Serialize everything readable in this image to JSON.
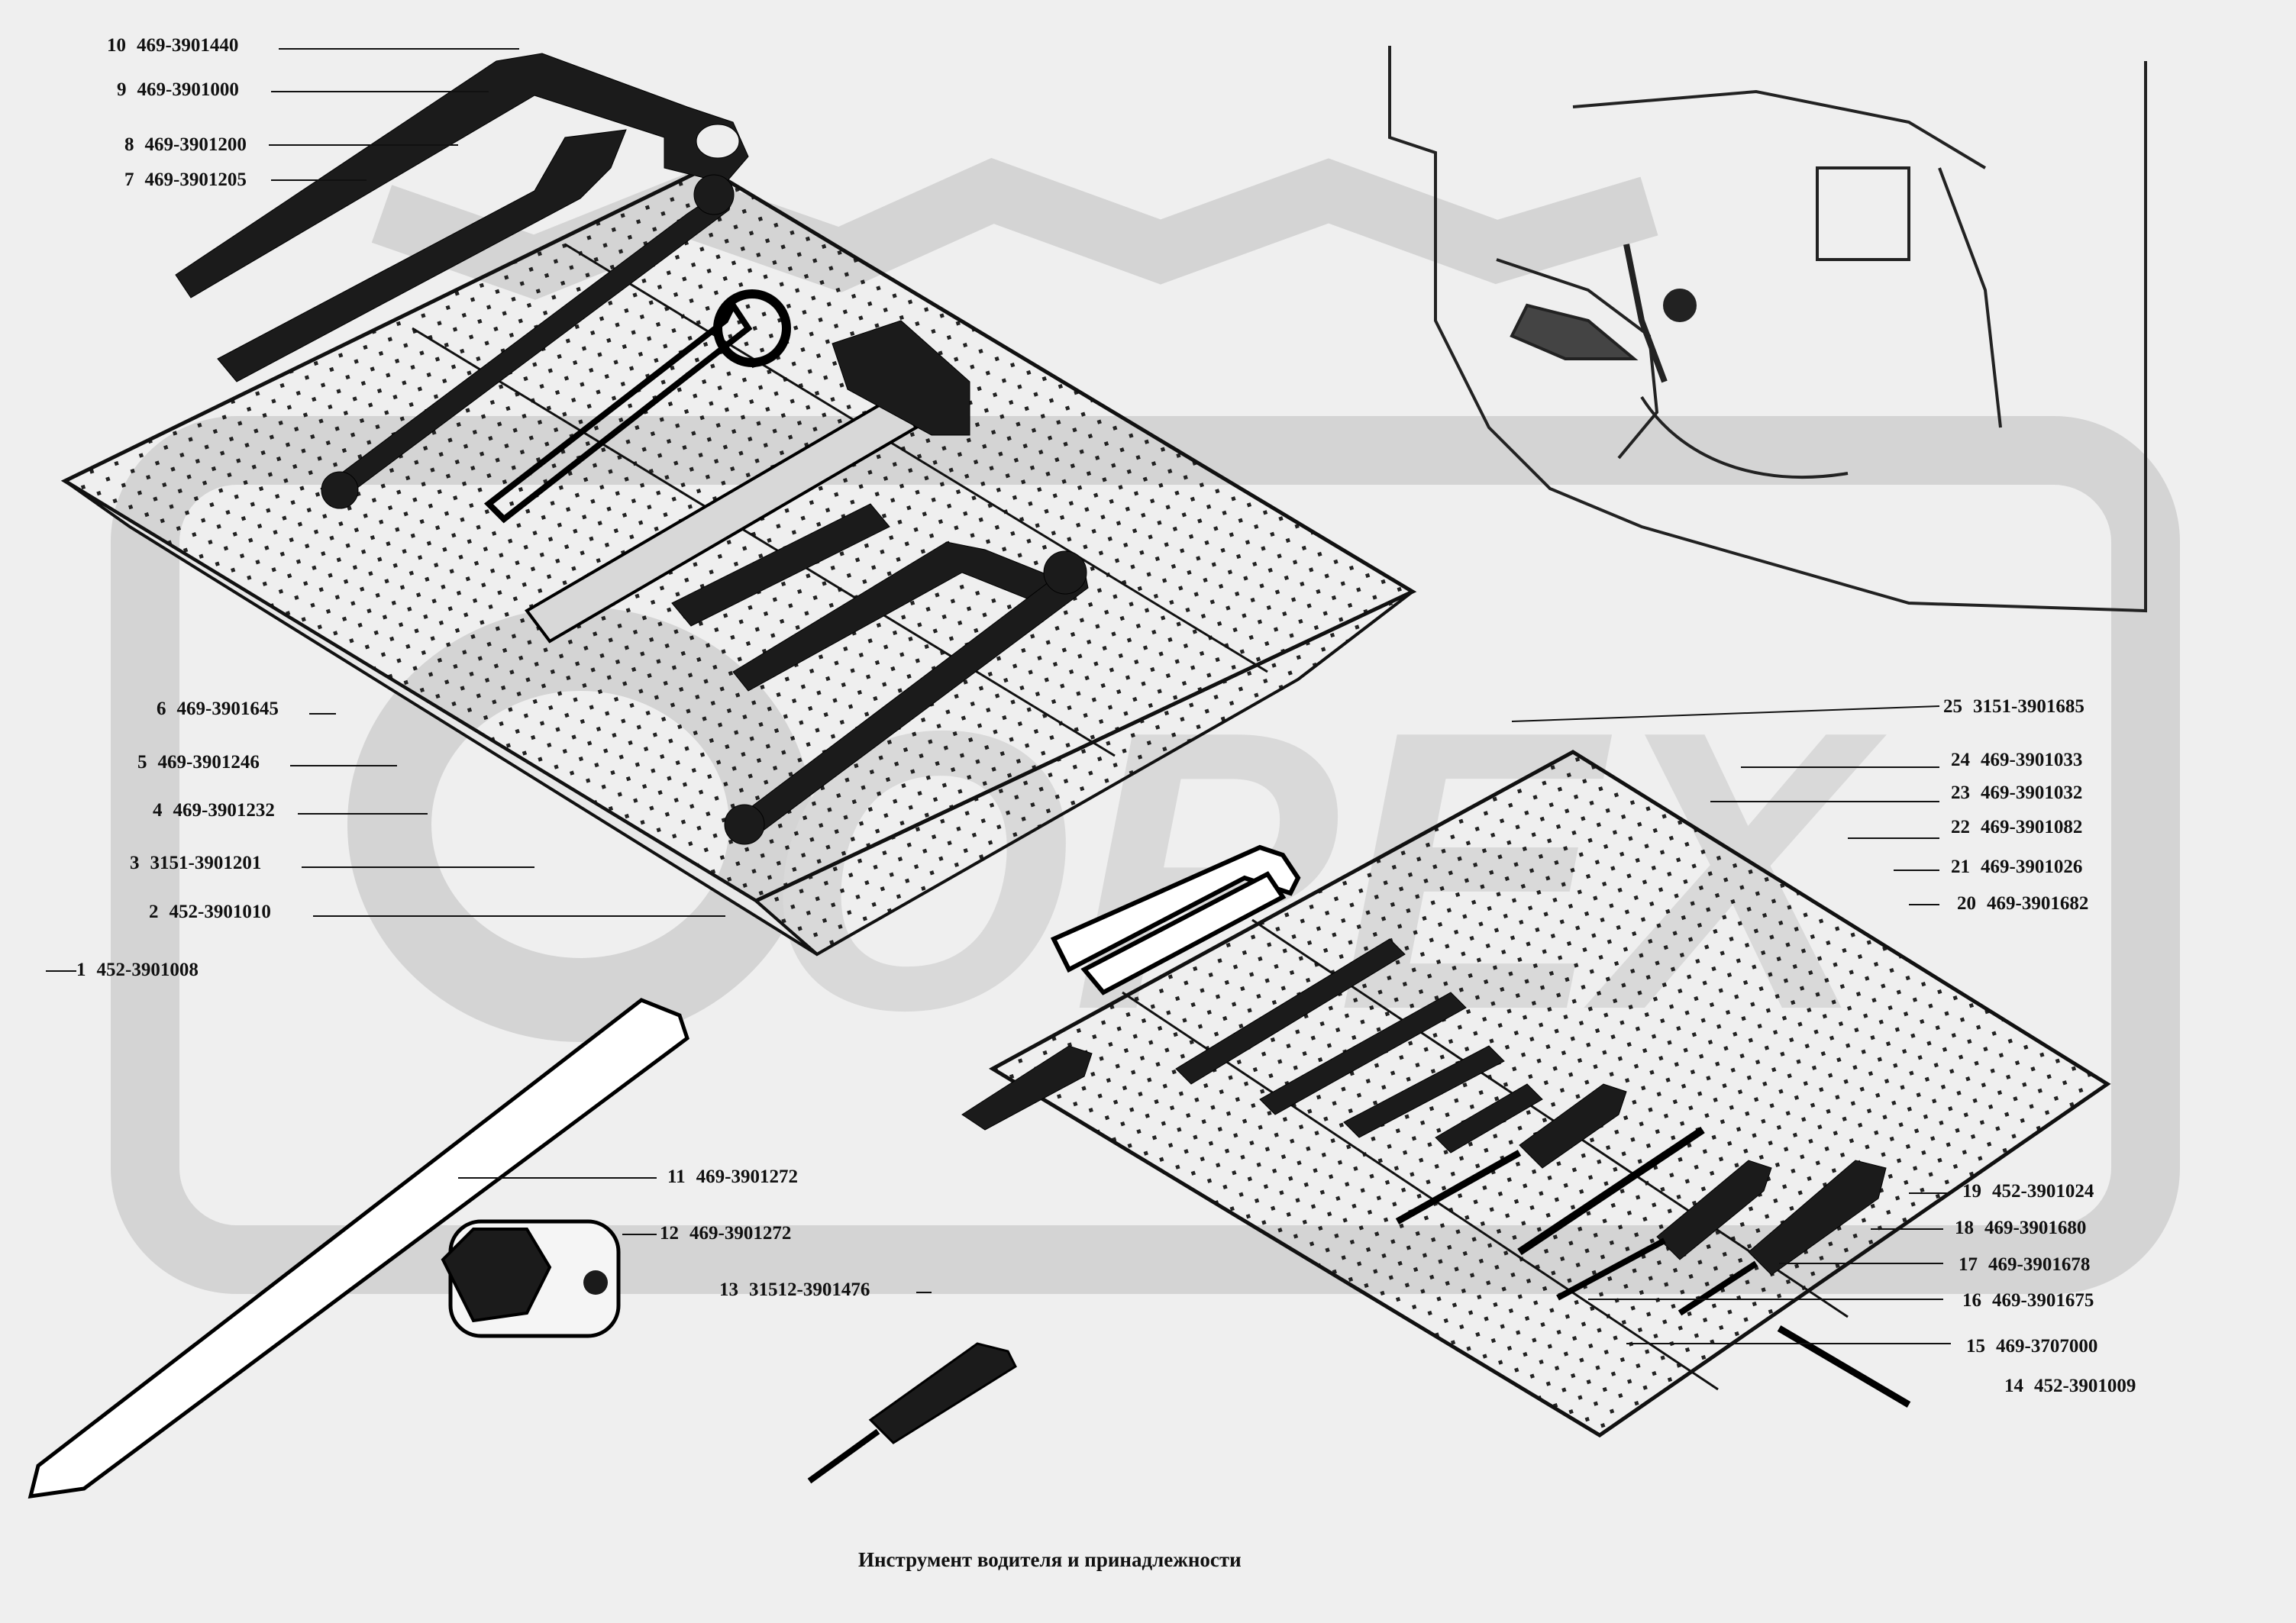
{
  "caption": "Инструмент водителя и  принадлежности",
  "watermark": {
    "text": "ОРЕХ",
    "color": "#d6d6d6"
  },
  "callouts_left": [
    {
      "num": "10",
      "part": "469-3901440"
    },
    {
      "num": "9",
      "part": "469-3901000"
    },
    {
      "num": "8",
      "part": "469-3901200"
    },
    {
      "num": "7",
      "part": "469-3901205"
    },
    {
      "num": "6",
      "part": "469-3901645"
    },
    {
      "num": "5",
      "part": "469-3901246"
    },
    {
      "num": "4",
      "part": "469-3901232"
    },
    {
      "num": "3",
      "part": "3151-3901201"
    },
    {
      "num": "2",
      "part": "452-3901010"
    },
    {
      "num": "1",
      "part": "452-3901008"
    }
  ],
  "callouts_mid": [
    {
      "num": "11",
      "part": "469-3901272"
    },
    {
      "num": "12",
      "part": "469-3901272"
    },
    {
      "num": "13",
      "part": "31512-3901476"
    }
  ],
  "callouts_right": [
    {
      "num": "25",
      "part": "3151-3901685"
    },
    {
      "num": "24",
      "part": "469-3901033"
    },
    {
      "num": "23",
      "part": "469-3901032"
    },
    {
      "num": "22",
      "part": "469-3901082"
    },
    {
      "num": "21",
      "part": "469-3901026"
    },
    {
      "num": "20",
      "part": "469-3901682"
    },
    {
      "num": "19",
      "part": "452-3901024"
    },
    {
      "num": "18",
      "part": "469-3901680"
    },
    {
      "num": "17",
      "part": "469-3901678"
    },
    {
      "num": "16",
      "part": "469-3901675"
    },
    {
      "num": "15",
      "part": "469-3707000"
    },
    {
      "num": "14",
      "part": "452-3901009"
    }
  ]
}
